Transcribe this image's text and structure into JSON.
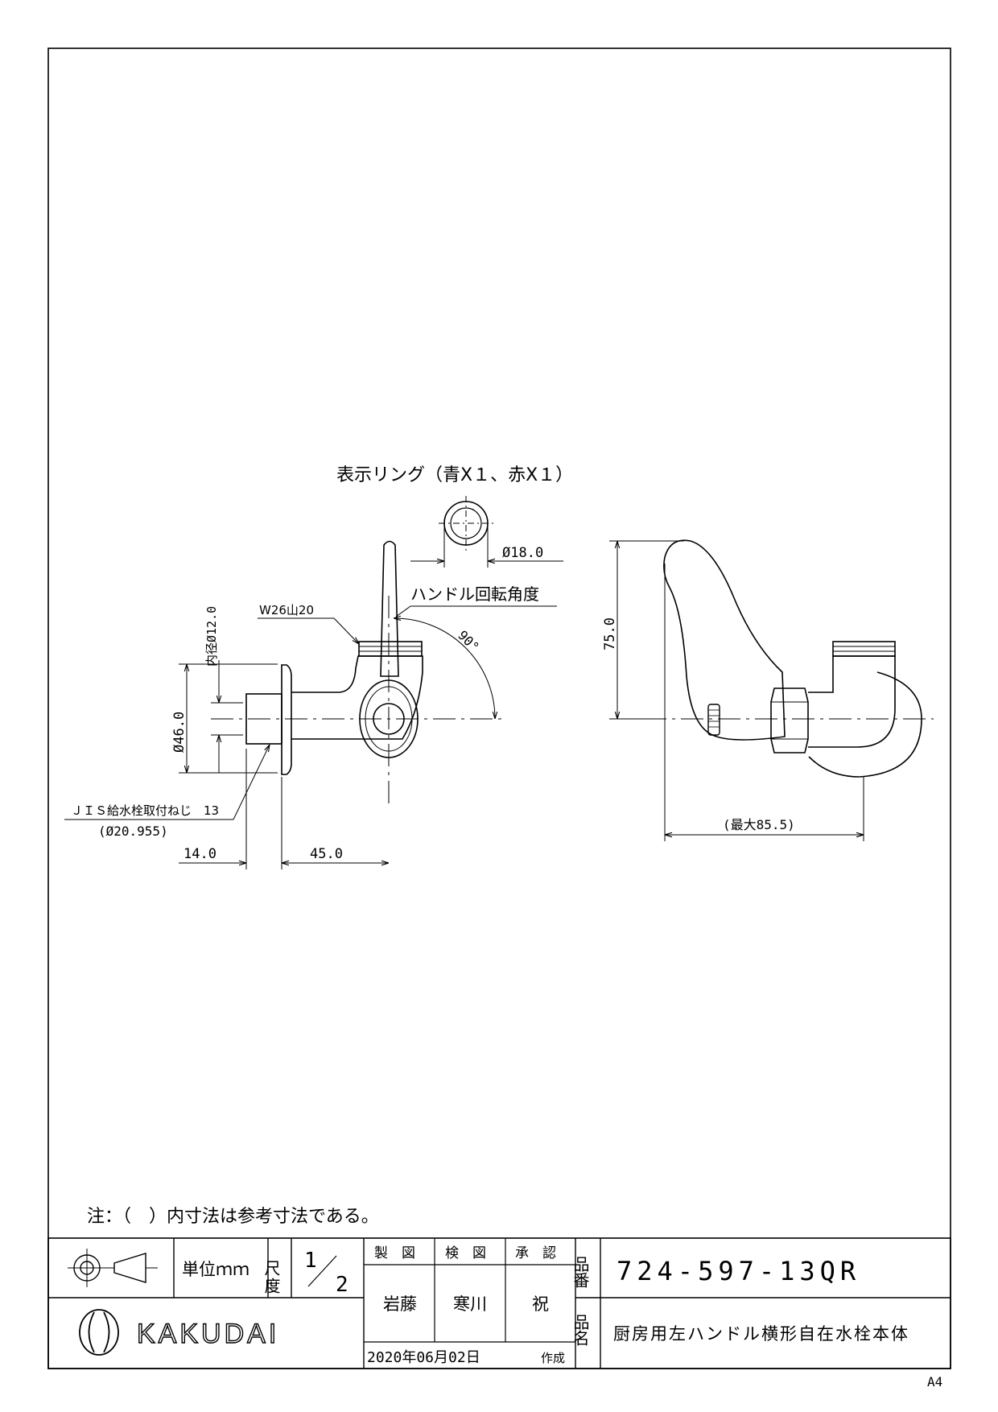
{
  "drawing": {
    "ring_label": "表示リング（青X１、赤X１）",
    "ring_dia": "Ø18.0",
    "handle_label": "ハンドル回転角度",
    "angle": "90°",
    "thread_label": "W26山20",
    "inner_dia": "内径Ø12.0",
    "body_dia": "Ø46.0",
    "jis_label": "ＪＩＳ給水栓取付ねじ　13",
    "jis_dia": "(Ø20.955)",
    "dim_14": "14.0",
    "dim_45": "45.0",
    "dim_75": "75.0",
    "dim_max": "(最大85.5)",
    "note": "注：（　）内寸法は参考寸法である。"
  },
  "title_block": {
    "unit": "単位ｍｍ",
    "scale_label": "尺度",
    "scale_num": "1",
    "scale_den": "2",
    "drawn_label": "製　図",
    "checked_label": "検　図",
    "approved_label": "承　認",
    "drawn_by": "岩藤",
    "checked_by": "寒川",
    "approved_by": "祝",
    "date": "2020年06月02日",
    "created_label": "作成",
    "part_no_label": "品番",
    "part_no": "724-597-13QR",
    "part_name_label": "品名",
    "part_name": "厨房用左ハンドル横形自在水栓本体",
    "brand": "KAKUDAI"
  },
  "paper_size": "A4"
}
